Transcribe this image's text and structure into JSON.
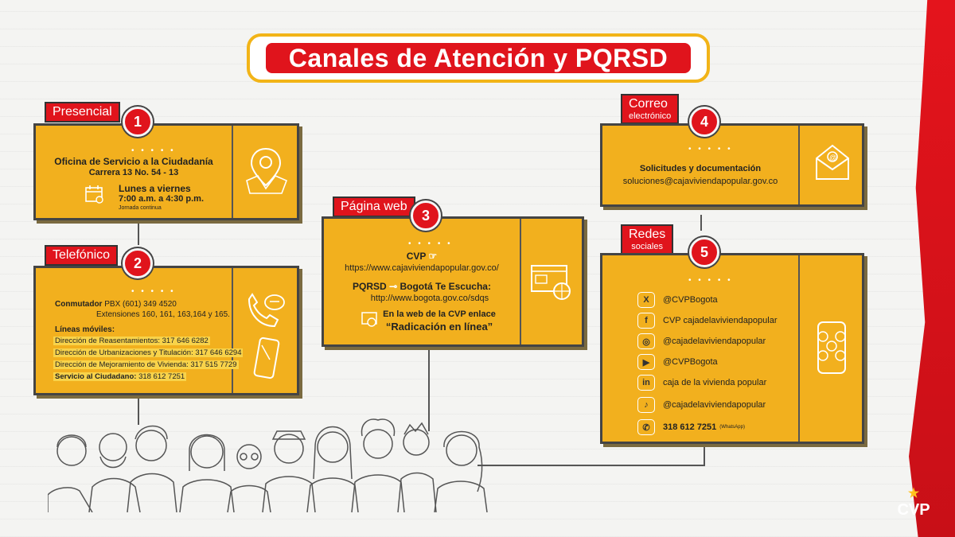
{
  "title": "Canales de Atención y PQRSD",
  "brand": {
    "logo_text": "CVP",
    "red": "#e0141c",
    "yellow": "#f2b01e"
  },
  "channels": {
    "presencial": {
      "tag": "Presencial",
      "number": "1",
      "office": "Oficina de Servicio a la Ciudadanía",
      "address": "Carrera 13 No. 54 - 13",
      "days": "Lunes a viernes",
      "hours": "7:00 a.m. a 4:30 p.m.",
      "note": "Jornada continua",
      "icons": [
        "calendar-icon",
        "map-pin-icon"
      ]
    },
    "telefonico": {
      "tag": "Telefónico",
      "number": "2",
      "switch_label": "Conmutador",
      "switch_value": "PBX (601) 349 4520",
      "extensions": "Extensiones 160, 161, 163,164 y 165.",
      "mobile_title": "Líneas móviles:",
      "lines": [
        "Dirección de Reasentamientos: 317 646 6282",
        "Dirección de Urbanizaciones y Titulación: 317 646 6294",
        "Dirección de Mejoramiento de Vivienda: 317 515 7729"
      ],
      "service_label": "Servicio al Ciudadano:",
      "service_value": "318 612 7251",
      "icons": [
        "phone-icon",
        "smartphone-icon"
      ]
    },
    "web": {
      "tag": "Página web",
      "number": "3",
      "cvp_label": "CVP",
      "cvp_url": "https://www.cajaviviendapopular.gov.co/",
      "pqrsd_label": "PQRSD",
      "pqrsd_name": "Bogotá Te Escucha:",
      "pqrsd_url": "http://www.bogota.gov.co/sdqs",
      "link_text": "En la web de la CVP enlace",
      "link_name": "“Radicación en línea”",
      "icons": [
        "browser-icon"
      ]
    },
    "correo": {
      "tag": "Correo",
      "tag_sub": "electrónico",
      "number": "4",
      "label": "Solicitudes y documentación",
      "email": "soluciones@cajaviviendapopular.gov.co",
      "icons": [
        "email-icon"
      ]
    },
    "redes": {
      "tag": "Redes",
      "tag_sub": "sociales",
      "number": "5",
      "items": [
        {
          "icon": "x-icon",
          "glyph": "X",
          "handle": "@CVPBogota",
          "extra": ""
        },
        {
          "icon": "facebook-icon",
          "glyph": "f",
          "handle": "CVP cajadelaviviendapopular",
          "extra": ""
        },
        {
          "icon": "instagram-icon",
          "glyph": "◎",
          "handle": "@cajadelaviviendapopular",
          "extra": ""
        },
        {
          "icon": "youtube-icon",
          "glyph": "▶",
          "handle": "@CVPBogota",
          "extra": ""
        },
        {
          "icon": "linkedin-icon",
          "glyph": "in",
          "handle": "caja de la vivienda popular",
          "extra": ""
        },
        {
          "icon": "tiktok-icon",
          "glyph": "♪",
          "handle": "@cajadelaviviendapopular",
          "extra": ""
        },
        {
          "icon": "whatsapp-icon",
          "glyph": "✆",
          "handle": "318 612 7251",
          "extra": "(WhatsApp)"
        }
      ]
    }
  }
}
